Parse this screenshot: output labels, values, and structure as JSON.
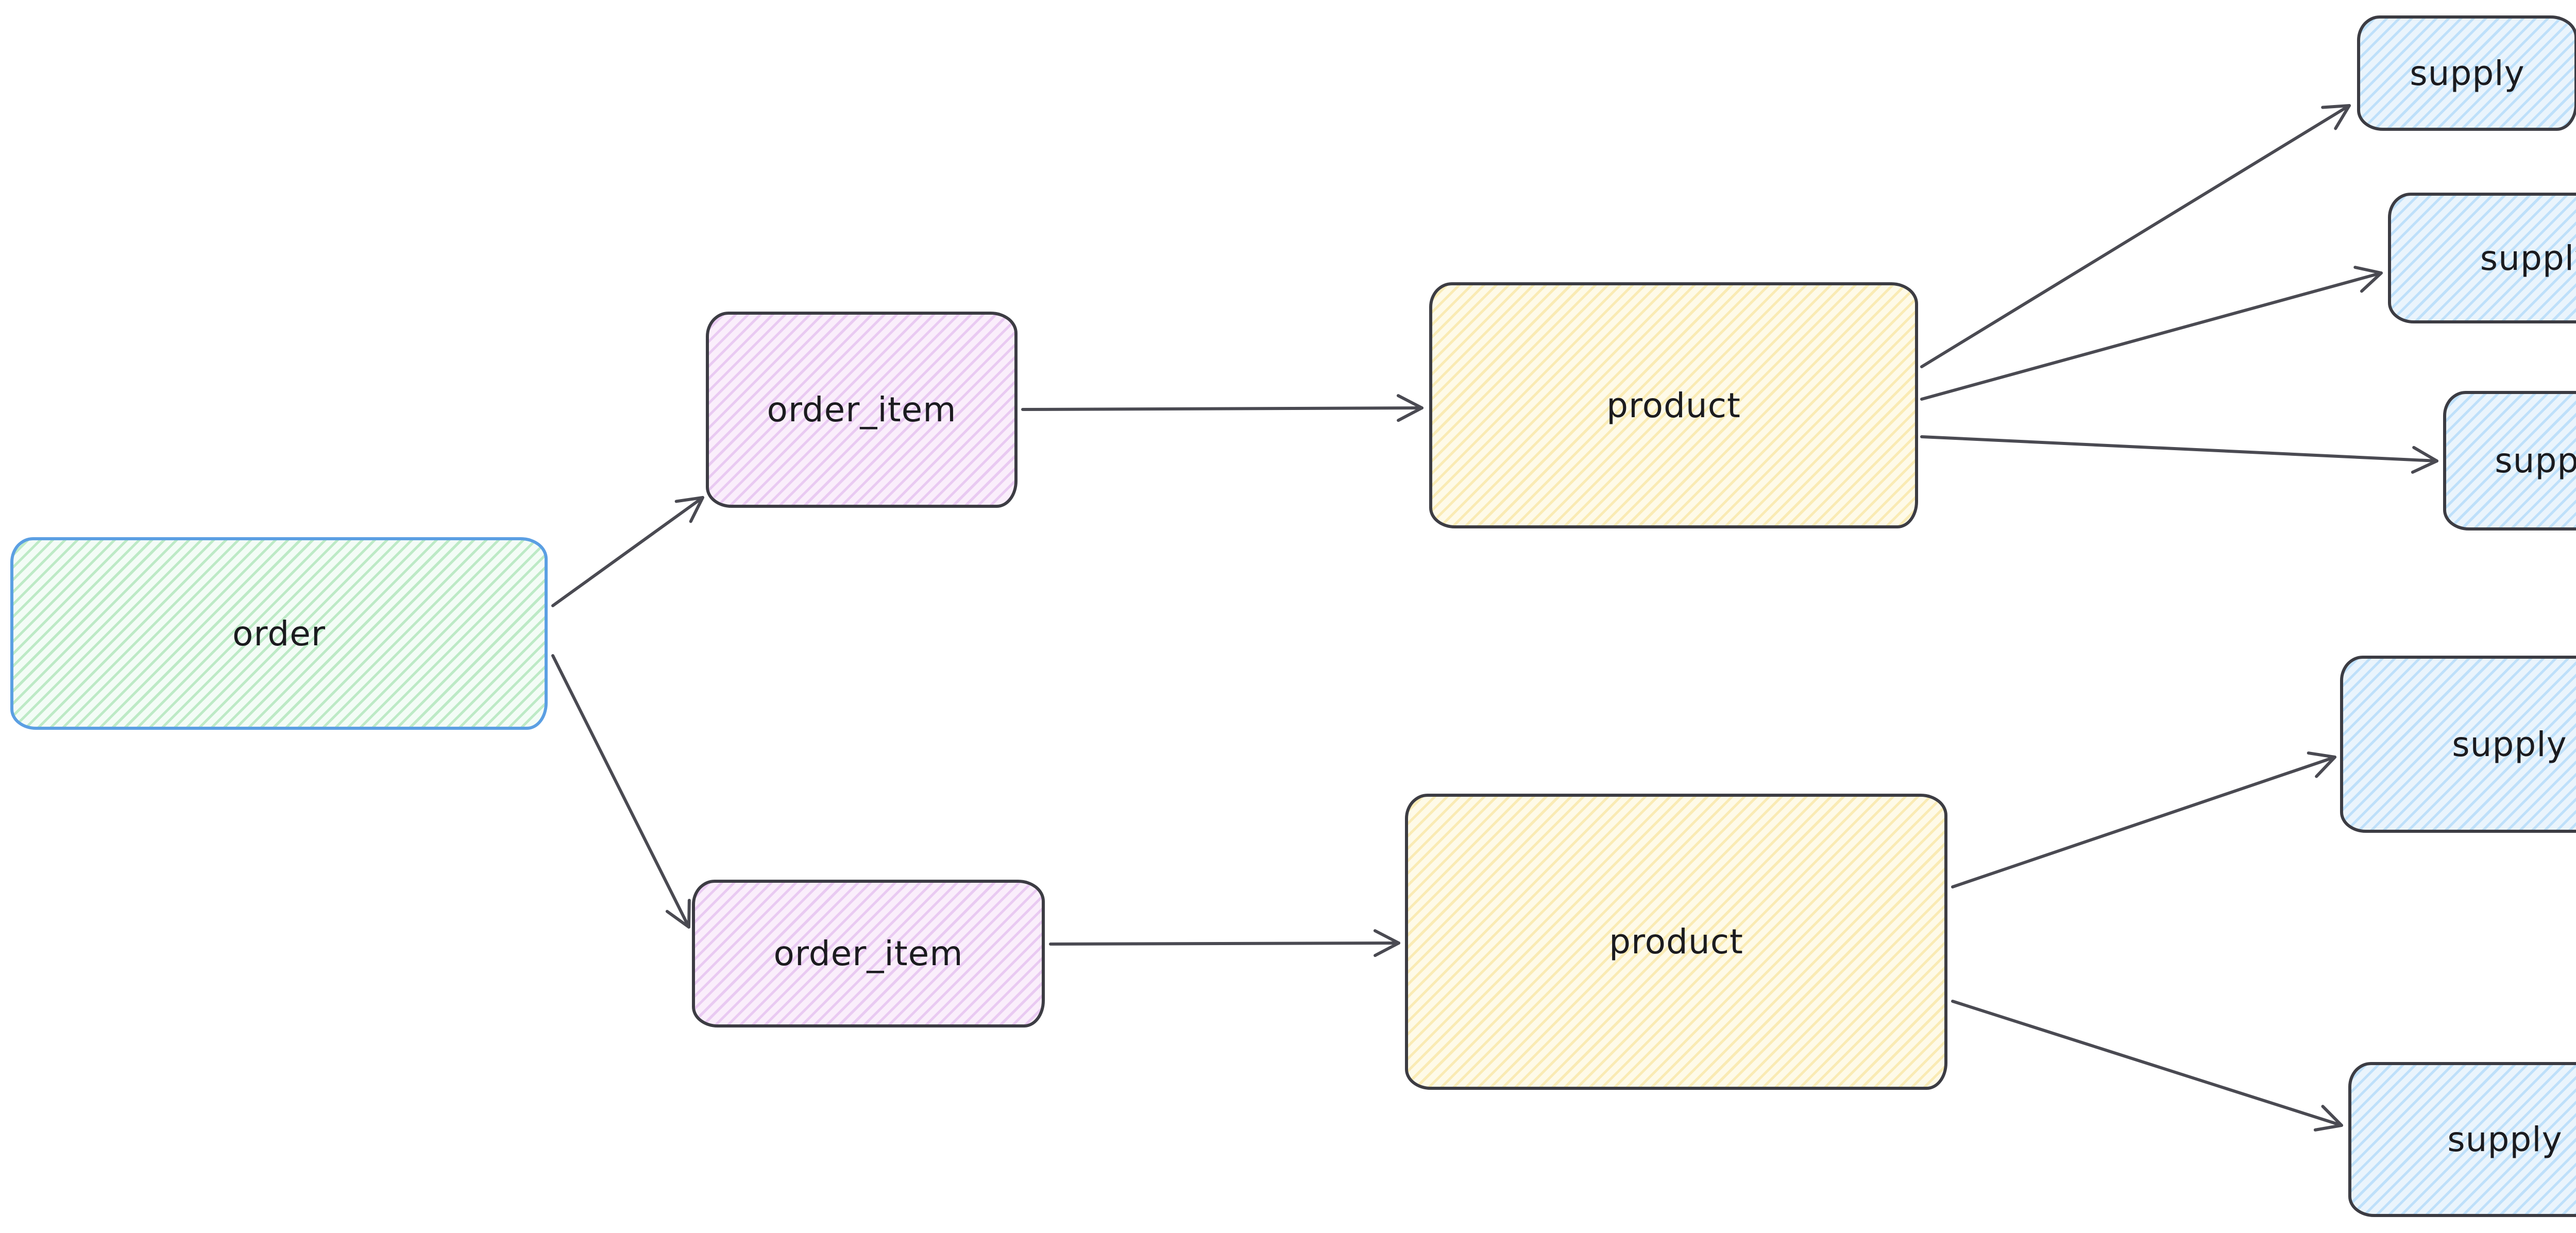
{
  "diagram": {
    "type": "graph",
    "background_color": "#ffffff",
    "edge_color": "#4a4a52",
    "node_colors": {
      "order_fill": "#f3fcf6",
      "order_hachure": "#40c057",
      "order_stroke": "#5b9fe3",
      "order_item_fill": "#faeefb",
      "order_item_hachure": "#be6edc",
      "product_fill": "#fefae8",
      "product_hachure": "#f0c83c",
      "supply_fill": "#eaf4fc",
      "supply_hachure": "#4dabf7",
      "default_stroke": "#3c3c43"
    },
    "nodes": [
      {
        "id": "order",
        "label": "order",
        "color": "green"
      },
      {
        "id": "order_item_1",
        "label": "order_item",
        "color": "purple"
      },
      {
        "id": "order_item_2",
        "label": "order_item",
        "color": "purple"
      },
      {
        "id": "product_1",
        "label": "product",
        "color": "yellow"
      },
      {
        "id": "product_2",
        "label": "product",
        "color": "yellow"
      },
      {
        "id": "supply_1",
        "label": "supply",
        "color": "blue"
      },
      {
        "id": "supply_2",
        "label": "supply",
        "color": "blue"
      },
      {
        "id": "supply_3",
        "label": "supply",
        "color": "blue"
      },
      {
        "id": "supply_4",
        "label": "supply",
        "color": "blue"
      },
      {
        "id": "supply_5",
        "label": "supply",
        "color": "blue"
      }
    ],
    "edges": [
      {
        "from": "order",
        "to": "order_item_1"
      },
      {
        "from": "order",
        "to": "order_item_2"
      },
      {
        "from": "order_item_1",
        "to": "product_1"
      },
      {
        "from": "order_item_2",
        "to": "product_2"
      },
      {
        "from": "product_1",
        "to": "supply_1"
      },
      {
        "from": "product_1",
        "to": "supply_2"
      },
      {
        "from": "product_1",
        "to": "supply_3"
      },
      {
        "from": "product_2",
        "to": "supply_4"
      },
      {
        "from": "product_2",
        "to": "supply_5"
      }
    ]
  }
}
